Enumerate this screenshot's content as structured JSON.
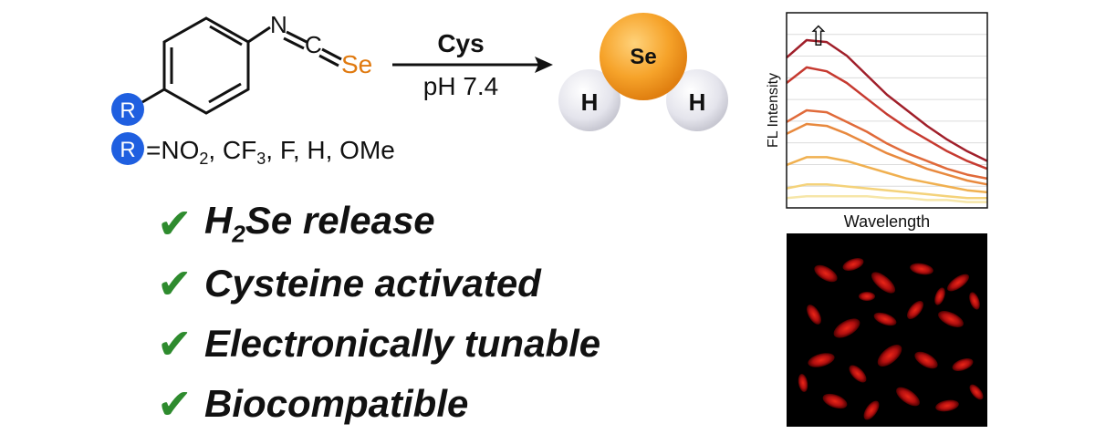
{
  "reaction": {
    "reagent": "Cys",
    "condition": "pH 7.4",
    "atoms": {
      "N": "N",
      "C": "C",
      "Se": "Se",
      "R": "R"
    },
    "substituent_values": "=NO2, CF3, F, H, OMe",
    "product": {
      "center": "Se",
      "left": "H",
      "right": "H"
    }
  },
  "benefits": [
    {
      "text": "H2Se release"
    },
    {
      "text": "Cysteine activated"
    },
    {
      "text": "Electronically tunable"
    },
    {
      "text": "Biocompatible"
    }
  ],
  "chart_data": {
    "type": "line",
    "xlabel": "Wavelength",
    "ylabel": "FL Intensity",
    "annotation": "⇧",
    "x": [
      0,
      1,
      2,
      3,
      4,
      5,
      6,
      7,
      8,
      9,
      10
    ],
    "series": [
      {
        "color": "#f6e6a8",
        "values": [
          0.05,
          0.06,
          0.06,
          0.06,
          0.06,
          0.05,
          0.05,
          0.04,
          0.04,
          0.03,
          0.03
        ]
      },
      {
        "color": "#f4d27a",
        "values": [
          0.1,
          0.12,
          0.12,
          0.11,
          0.1,
          0.09,
          0.08,
          0.07,
          0.06,
          0.05,
          0.05
        ]
      },
      {
        "color": "#f0b050",
        "values": [
          0.22,
          0.26,
          0.26,
          0.24,
          0.21,
          0.18,
          0.15,
          0.13,
          0.11,
          0.09,
          0.08
        ]
      },
      {
        "color": "#e8893e",
        "values": [
          0.38,
          0.43,
          0.42,
          0.38,
          0.33,
          0.28,
          0.24,
          0.2,
          0.17,
          0.14,
          0.12
        ]
      },
      {
        "color": "#e06a3a",
        "values": [
          0.44,
          0.5,
          0.49,
          0.44,
          0.39,
          0.33,
          0.28,
          0.24,
          0.2,
          0.17,
          0.15
        ]
      },
      {
        "color": "#c63a30",
        "values": [
          0.64,
          0.72,
          0.7,
          0.64,
          0.56,
          0.48,
          0.41,
          0.35,
          0.29,
          0.24,
          0.2
        ]
      },
      {
        "color": "#a01f2a",
        "values": [
          0.77,
          0.86,
          0.85,
          0.78,
          0.68,
          0.58,
          0.5,
          0.42,
          0.35,
          0.29,
          0.24
        ]
      }
    ],
    "grid": "horizontal",
    "ylim": [
      0,
      1
    ]
  },
  "micrograph": {
    "background": "#000000",
    "cell_color": "#d01010"
  },
  "colors": {
    "green_check": "#2e8b2e",
    "blue_r": "#1f5fe0",
    "selenium": "#e07a10",
    "se_sphere": "#f4a52c",
    "h_sphere": "#e2e2ea"
  }
}
